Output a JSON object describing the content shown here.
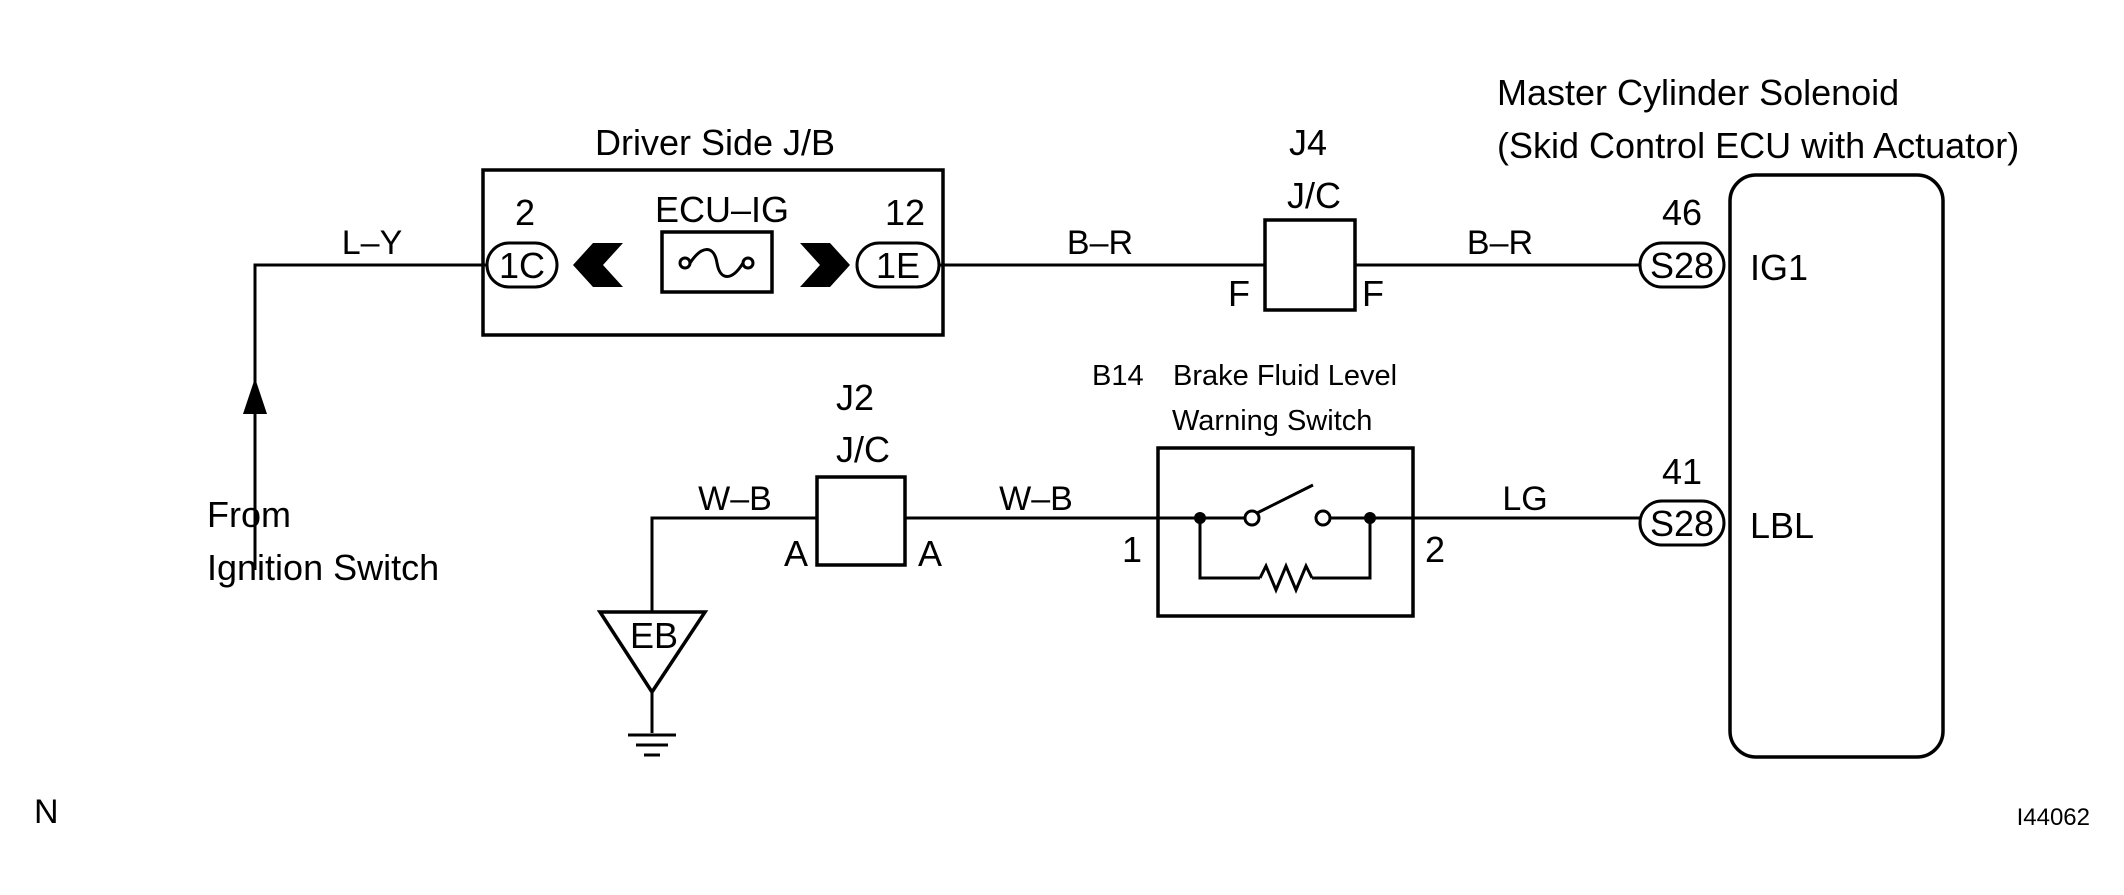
{
  "diagram": {
    "driver_jb": {
      "title": "Driver Side J/B",
      "left_pin": "2",
      "left_connector": "1C",
      "fuse_label": "ECU–IG",
      "right_pin": "12",
      "right_connector": "1E"
    },
    "j4": {
      "id": "J4",
      "type": "J/C",
      "left_terminal": "F",
      "right_terminal": "F"
    },
    "j2": {
      "id": "J2",
      "type": "J/C",
      "left_terminal": "A",
      "right_terminal": "A"
    },
    "switch": {
      "id": "B14",
      "name_line1": "Brake Fluid Level",
      "name_line2": "Warning Switch",
      "pin_left": "1",
      "pin_right": "2"
    },
    "solenoid": {
      "title_line1": "Master Cylinder Solenoid",
      "title_line2": "(Skid Control ECU with Actuator)",
      "pin_top": "46",
      "connector_top": "S28",
      "terminal_top": "IG1",
      "pin_bottom": "41",
      "connector_bottom": "S28",
      "terminal_bottom": "LBL"
    },
    "wires": {
      "ignition": "L–Y",
      "jb_to_j4": "B–R",
      "j4_to_ecu": "B–R",
      "ground_to_j2": "W–B",
      "j2_to_switch": "W–B",
      "switch_to_ecu": "LG"
    },
    "source": {
      "line1": "From",
      "line2": "Ignition Switch"
    },
    "ground": {
      "label": "EB"
    },
    "corner_mark": "N",
    "figure_id": "I44062"
  }
}
